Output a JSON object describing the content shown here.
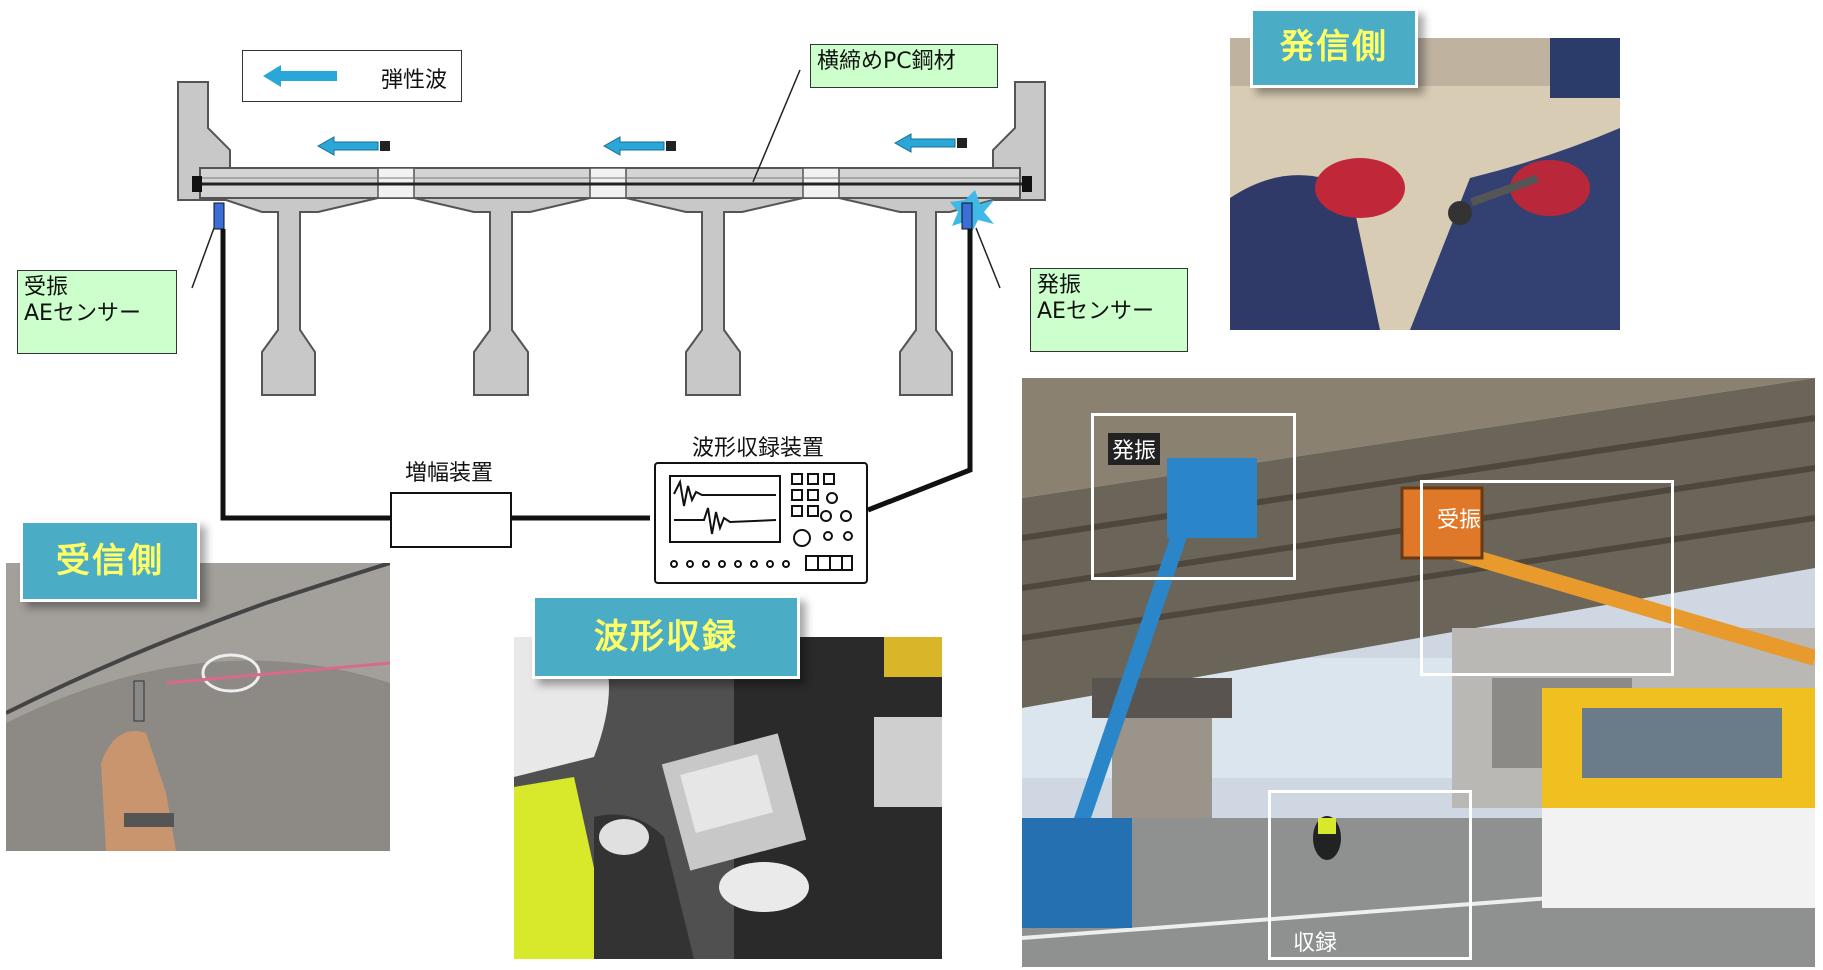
{
  "diagram": {
    "legend_label": "弾性波",
    "tendon_label": "横締めPC鋼材",
    "receiver_sensor_label": [
      "受振",
      "AEセンサー"
    ],
    "transmitter_sensor_label": [
      "発振",
      "AEセンサー"
    ],
    "amplifier_label": "増幅装置",
    "recorder_label": "波形収録装置"
  },
  "photos": {
    "transmit_tag": "発信側",
    "receive_tag": "受信側",
    "record_tag": "波形収録",
    "site_labels": {
      "transmit": "発振",
      "receive": "受振",
      "record": "収録"
    }
  },
  "colors": {
    "wave_arrow": "#2aa7d8",
    "tag_bg": "#4bacc6",
    "label_bg": "#ccffcc",
    "concrete": "#c8c8c8"
  }
}
